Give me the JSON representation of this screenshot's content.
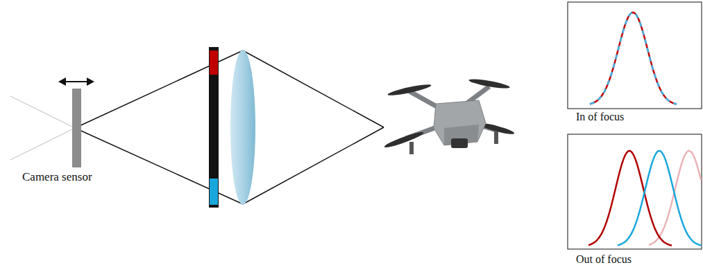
{
  "diagram": {
    "labels": [
      "Camera sensor",
      "In of focus",
      "Out of focus"
    ]
  }
}
